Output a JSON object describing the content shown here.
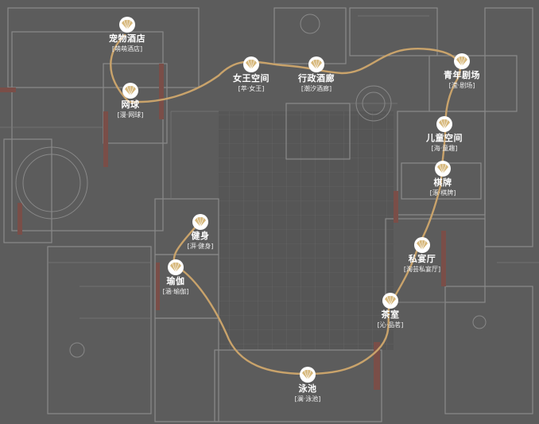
{
  "map": {
    "route_color": "#c9a36b",
    "marker_color": "#d6b77a",
    "background_color": "#5a5a5a"
  },
  "pois": [
    {
      "id": "pet-hotel",
      "name": "宠物酒店",
      "sub": "[萌萌酒店]"
    },
    {
      "id": "tennis",
      "name": "网球",
      "sub": "[漫·网球]"
    },
    {
      "id": "queen-space",
      "name": "女王空间",
      "sub": "[萃·女王]"
    },
    {
      "id": "admin-bar",
      "name": "行政酒廊",
      "sub": "[潮汐酒廊]"
    },
    {
      "id": "youth-theater",
      "name": "青年剧场",
      "sub": "[滢·剧场]"
    },
    {
      "id": "kids-space",
      "name": "儿童空间",
      "sub": "[海·童趣]"
    },
    {
      "id": "chess",
      "name": "棋牌",
      "sub": "[涿·棋牌]"
    },
    {
      "id": "gym",
      "name": "健身",
      "sub": "[湃·健身]"
    },
    {
      "id": "private-dining",
      "name": "私宴厅",
      "sub": "[淘芸私宴厅]"
    },
    {
      "id": "yoga",
      "name": "瑜伽",
      "sub": "[涵·瑜伽]"
    },
    {
      "id": "tea-room",
      "name": "茶室",
      "sub": "[沁·品茗]"
    },
    {
      "id": "pool",
      "name": "泳池",
      "sub": "[澜·泳池]"
    }
  ]
}
